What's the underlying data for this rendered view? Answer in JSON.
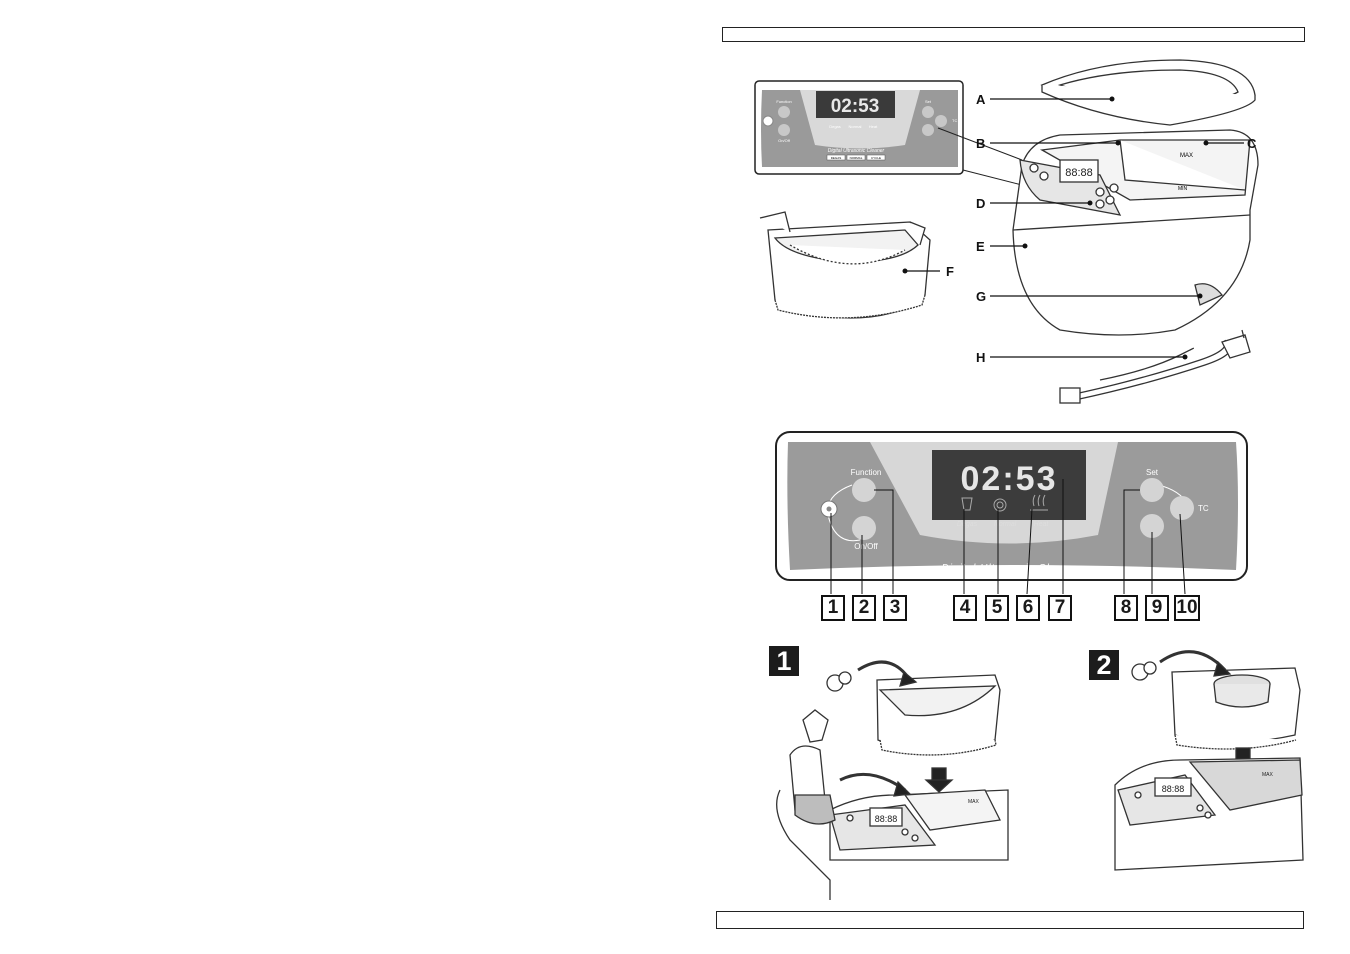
{
  "top_bar": {},
  "bottom_bar": {},
  "overview": {
    "callouts": [
      "A",
      "B",
      "C",
      "D",
      "E",
      "F",
      "G",
      "H"
    ],
    "inset_panel": {
      "display": "02:53",
      "labels": {
        "function": "Function",
        "on_off": "On/Off",
        "set": "Set",
        "tc": "TC",
        "degas": "Degas",
        "normal": "Normal",
        "heat": "Heat",
        "brand": "Digital Ultrasonic Cleaner"
      },
      "buttons_row": [
        "DEGAS",
        "NORMAL",
        "CYCLE"
      ]
    },
    "tank_marks": {
      "max": "MAX",
      "min": "MIN"
    },
    "mini_display": "88:88"
  },
  "control_panel": {
    "display": "02:53",
    "function_label": "Function",
    "on_off_label": "On/Off",
    "set_label": "Set",
    "tc_label": "TC",
    "degas_label": "Degas",
    "normal_label": "Normal",
    "heat_label": "Heat",
    "brand_label": "Digital Ultrasonic Cleaner",
    "numbers": [
      "1",
      "2",
      "3",
      "4",
      "5",
      "6",
      "7",
      "8",
      "9",
      "10"
    ]
  },
  "steps": [
    {
      "number": "1",
      "display": "88:88",
      "max": "MAX"
    },
    {
      "number": "2",
      "display": "88:88",
      "max": "MAX"
    }
  ]
}
